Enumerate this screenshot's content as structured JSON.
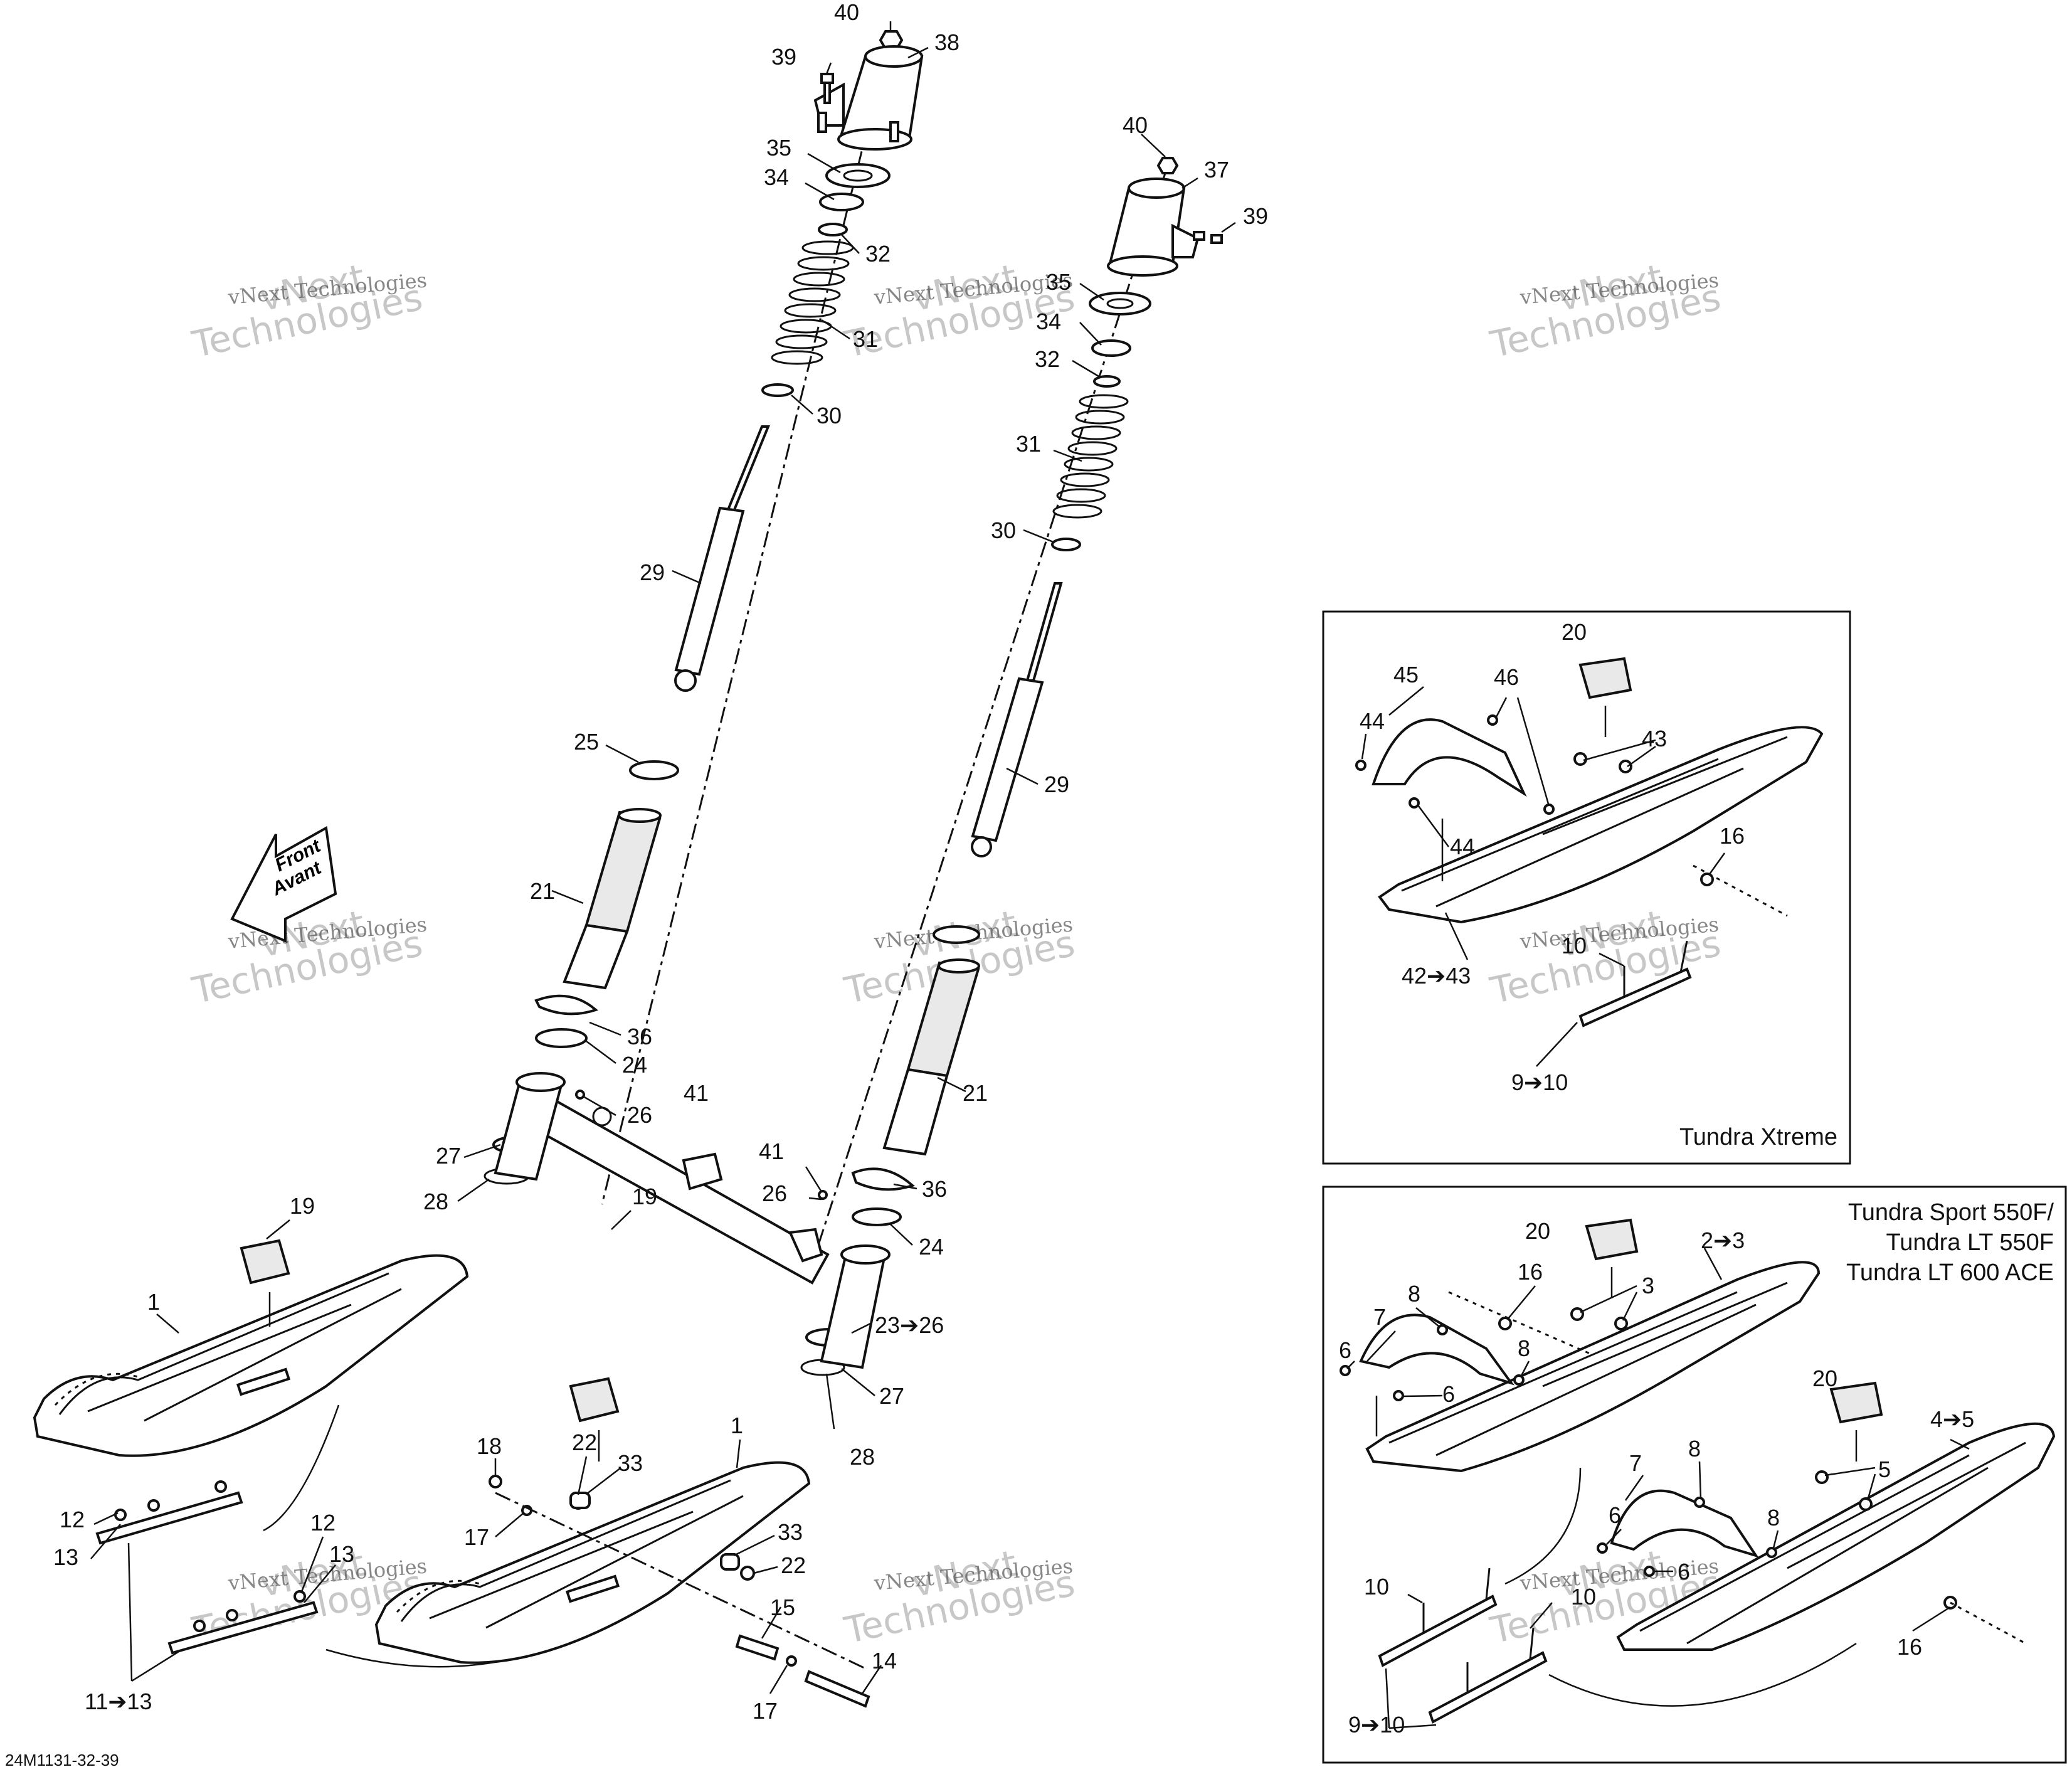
{
  "figure_id": "24M1131-32-39",
  "front_arrow": {
    "line1": "Front",
    "line2": "Avant"
  },
  "watermark": {
    "line1": "vNext",
    "line2": "Technologies",
    "small": "vNext Technologies"
  },
  "insets": {
    "xtreme": {
      "title": "Tundra Xtreme"
    },
    "sport": {
      "title_lines": [
        "Tundra Sport 550F/",
        "Tundra LT 550F",
        "Tundra LT 600 ACE"
      ]
    }
  },
  "callouts": [
    {
      "label": "40"
    },
    {
      "label": "38"
    },
    {
      "label": "39"
    },
    {
      "label": "35"
    },
    {
      "label": "34"
    },
    {
      "label": "32"
    },
    {
      "label": "31"
    },
    {
      "label": "30"
    },
    {
      "label": "29"
    },
    {
      "label": "25"
    },
    {
      "label": "21"
    },
    {
      "label": "36"
    },
    {
      "label": "24"
    },
    {
      "label": "41"
    },
    {
      "label": "26"
    },
    {
      "label": "27"
    },
    {
      "label": "28"
    },
    {
      "label": "19"
    },
    {
      "label": "1"
    },
    {
      "label": "40"
    },
    {
      "label": "37"
    },
    {
      "label": "39"
    },
    {
      "label": "35"
    },
    {
      "label": "34"
    },
    {
      "label": "32"
    },
    {
      "label": "31"
    },
    {
      "label": "30"
    },
    {
      "label": "29"
    },
    {
      "label": "21"
    },
    {
      "label": "41"
    },
    {
      "label": "36"
    },
    {
      "label": "26"
    },
    {
      "label": "24"
    },
    {
      "label": "23➔26"
    },
    {
      "label": "27"
    },
    {
      "label": "28"
    },
    {
      "label": "19"
    },
    {
      "label": "1"
    },
    {
      "label": "18"
    },
    {
      "label": "22"
    },
    {
      "label": "33"
    },
    {
      "label": "17"
    },
    {
      "label": "33"
    },
    {
      "label": "22"
    },
    {
      "label": "15"
    },
    {
      "label": "14"
    },
    {
      "label": "17"
    },
    {
      "label": "12"
    },
    {
      "label": "13"
    },
    {
      "label": "12"
    },
    {
      "label": "13"
    },
    {
      "label": "11➔13"
    },
    {
      "label": "20"
    },
    {
      "label": "45"
    },
    {
      "label": "46"
    },
    {
      "label": "44"
    },
    {
      "label": "43"
    },
    {
      "label": "44"
    },
    {
      "label": "16"
    },
    {
      "label": "10"
    },
    {
      "label": "42➔43"
    },
    {
      "label": "9➔10"
    },
    {
      "label": "20"
    },
    {
      "label": "2➔3"
    },
    {
      "label": "8"
    },
    {
      "label": "16"
    },
    {
      "label": "3"
    },
    {
      "label": "7"
    },
    {
      "label": "6"
    },
    {
      "label": "8"
    },
    {
      "label": "6"
    },
    {
      "label": "20"
    },
    {
      "label": "4➔5"
    },
    {
      "label": "8"
    },
    {
      "label": "5"
    },
    {
      "label": "7"
    },
    {
      "label": "6"
    },
    {
      "label": "8"
    },
    {
      "label": "6"
    },
    {
      "label": "10"
    },
    {
      "label": "10"
    },
    {
      "label": "16"
    },
    {
      "label": "9➔10"
    }
  ]
}
